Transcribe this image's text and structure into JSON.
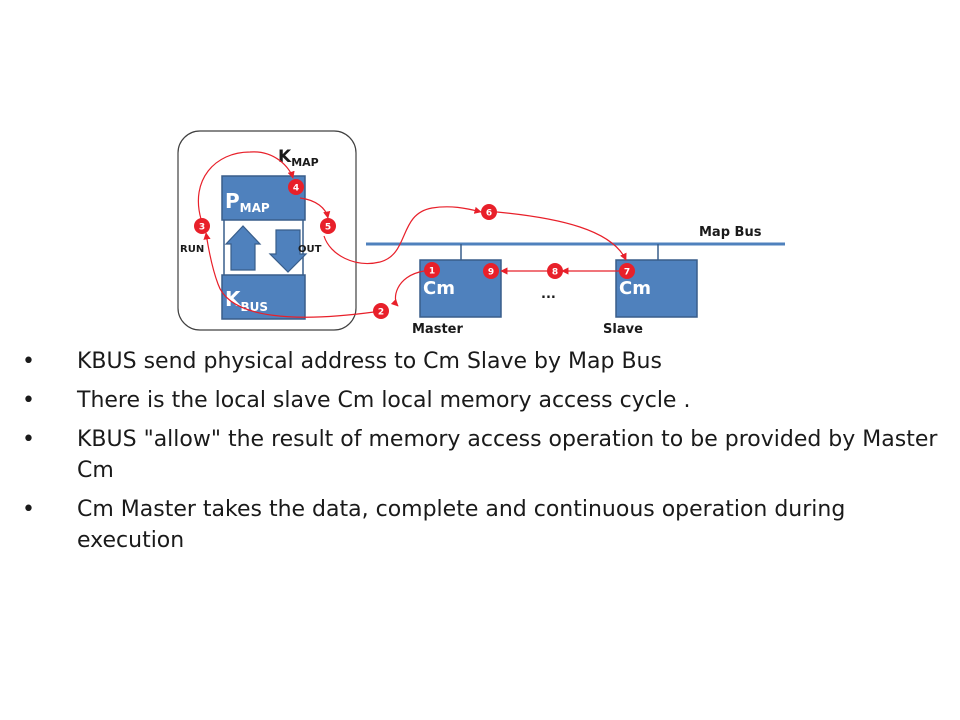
{
  "diagram": {
    "kmap_label": "K",
    "kmap_sub": "MAP",
    "pmap_label": "P",
    "pmap_sub": "MAP",
    "kbus_label": "K",
    "kbus_sub": "BUS",
    "run_label": "RUN",
    "out_label": "OUT",
    "map_bus_label": "Map Bus",
    "cm_master_label": "Cm",
    "cm_slave_label": "Cm",
    "ellipsis": "...",
    "master_label": "Master",
    "slave_label": "Slave",
    "steps": [
      "1",
      "2",
      "3",
      "4",
      "5",
      "6",
      "7",
      "8",
      "9"
    ]
  },
  "colors": {
    "box_fill": "#4f81bd",
    "box_stroke": "#385d8a",
    "step_badge": "#e8202a",
    "arrow": "#e8202a"
  },
  "bullets": [
    "KBUS send physical address to  Cm Slave by Map Bus",
    "There is the local slave Cm local memory access cycle .",
    "KBUS \"allow\" the result of memory access operation to be provided by Master Cm",
    "Cm Master takes the data, complete and continuous operation during execution"
  ]
}
